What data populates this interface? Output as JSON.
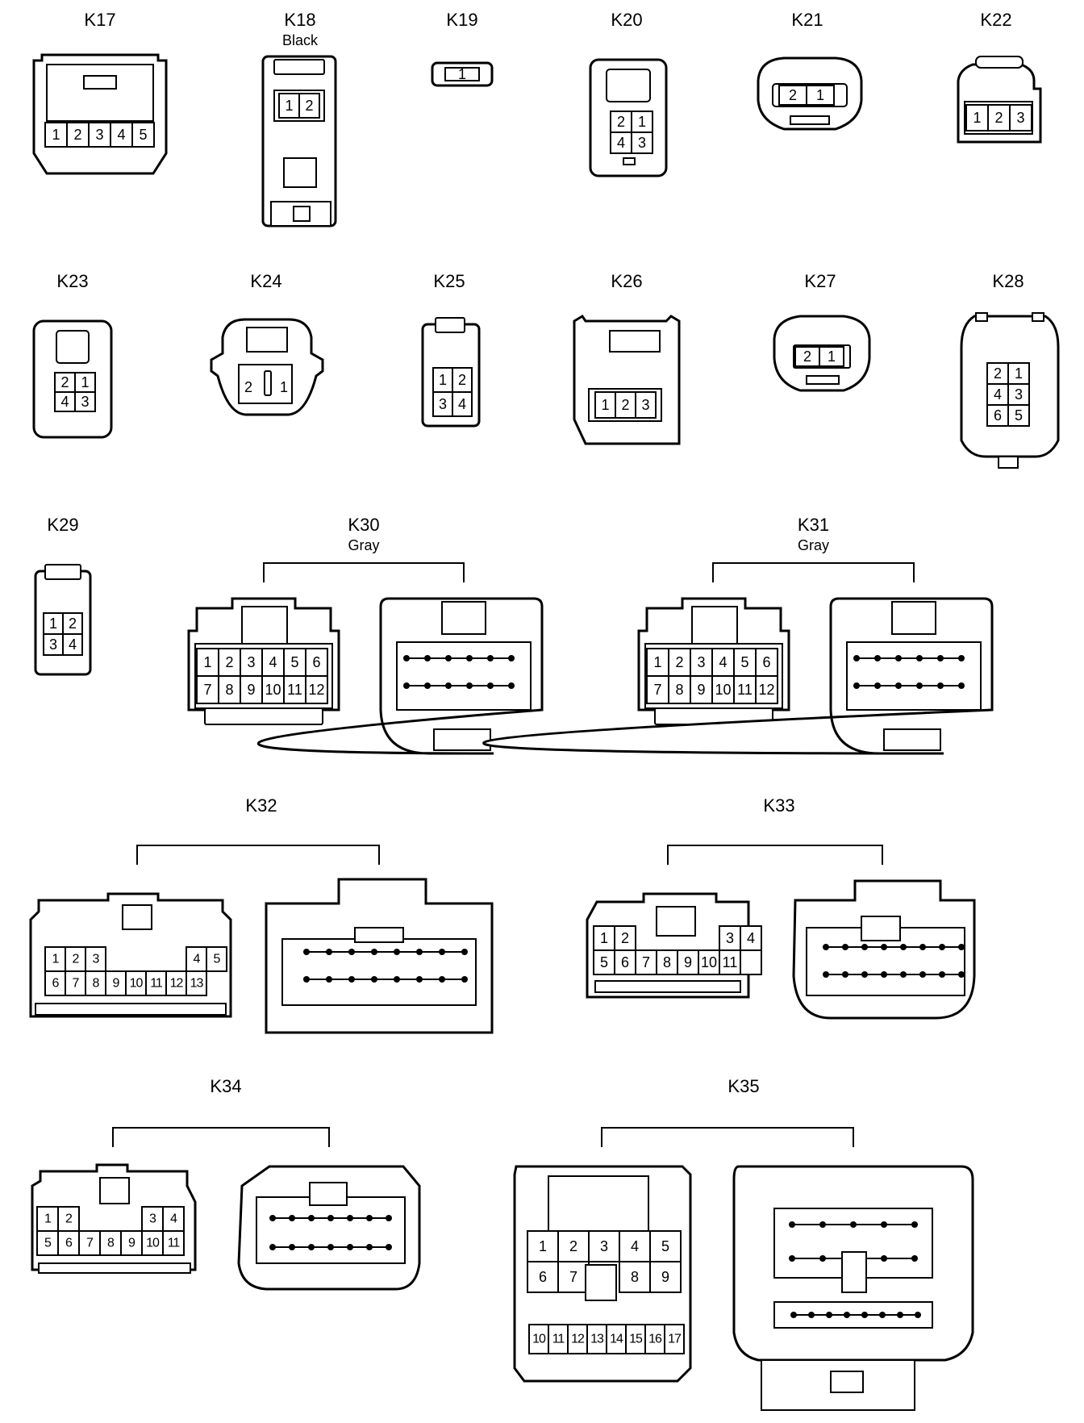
{
  "connectors": [
    {
      "id": "K17",
      "label": "K17",
      "pins": [
        "1",
        "2",
        "3",
        "4",
        "5"
      ]
    },
    {
      "id": "K18",
      "label": "K18",
      "color_note": "Black",
      "pins": [
        "1",
        "2"
      ]
    },
    {
      "id": "K19",
      "label": "K19",
      "pins": [
        "1"
      ]
    },
    {
      "id": "K20",
      "label": "K20",
      "pins": [
        "2",
        "1",
        "4",
        "3"
      ]
    },
    {
      "id": "K21",
      "label": "K21",
      "pins": [
        "2",
        "1"
      ]
    },
    {
      "id": "K22",
      "label": "K22",
      "pins": [
        "1",
        "2",
        "3"
      ]
    },
    {
      "id": "K23",
      "label": "K23",
      "pins": [
        "2",
        "1",
        "4",
        "3"
      ]
    },
    {
      "id": "K24",
      "label": "K24",
      "pins": [
        "1",
        "2"
      ]
    },
    {
      "id": "K25",
      "label": "K25",
      "pins": [
        "1",
        "2",
        "3",
        "4"
      ]
    },
    {
      "id": "K26",
      "label": "K26",
      "pins": [
        "1",
        "2",
        "3"
      ]
    },
    {
      "id": "K27",
      "label": "K27",
      "pins": [
        "2",
        "1"
      ]
    },
    {
      "id": "K28",
      "label": "K28",
      "pins": [
        "2",
        "1",
        "4",
        "3",
        "6",
        "5"
      ]
    },
    {
      "id": "K29",
      "label": "K29",
      "pins": [
        "1",
        "2",
        "3",
        "4"
      ]
    },
    {
      "id": "K30",
      "label": "K30",
      "color_note": "Gray",
      "pins": [
        "1",
        "2",
        "3",
        "4",
        "5",
        "6",
        "7",
        "8",
        "9",
        "10",
        "11",
        "12"
      ]
    },
    {
      "id": "K31",
      "label": "K31",
      "color_note": "Gray",
      "pins": [
        "1",
        "2",
        "3",
        "4",
        "5",
        "6",
        "7",
        "8",
        "9",
        "10",
        "11",
        "12"
      ]
    },
    {
      "id": "K32",
      "label": "K32",
      "pins": [
        "1",
        "2",
        "3",
        "4",
        "5",
        "6",
        "7",
        "8",
        "9",
        "10",
        "11",
        "12",
        "13"
      ]
    },
    {
      "id": "K33",
      "label": "K33",
      "pins": [
        "1",
        "2",
        "3",
        "4",
        "5",
        "6",
        "7",
        "8",
        "9",
        "10",
        "11"
      ]
    },
    {
      "id": "K34",
      "label": "K34",
      "pins": [
        "1",
        "2",
        "3",
        "4",
        "5",
        "6",
        "7",
        "8",
        "9",
        "10",
        "11"
      ]
    },
    {
      "id": "K35",
      "label": "K35",
      "pins": [
        "1",
        "2",
        "3",
        "4",
        "5",
        "6",
        "7",
        "8",
        "9",
        "10",
        "11",
        "12",
        "13",
        "14",
        "15",
        "16",
        "17"
      ]
    }
  ]
}
